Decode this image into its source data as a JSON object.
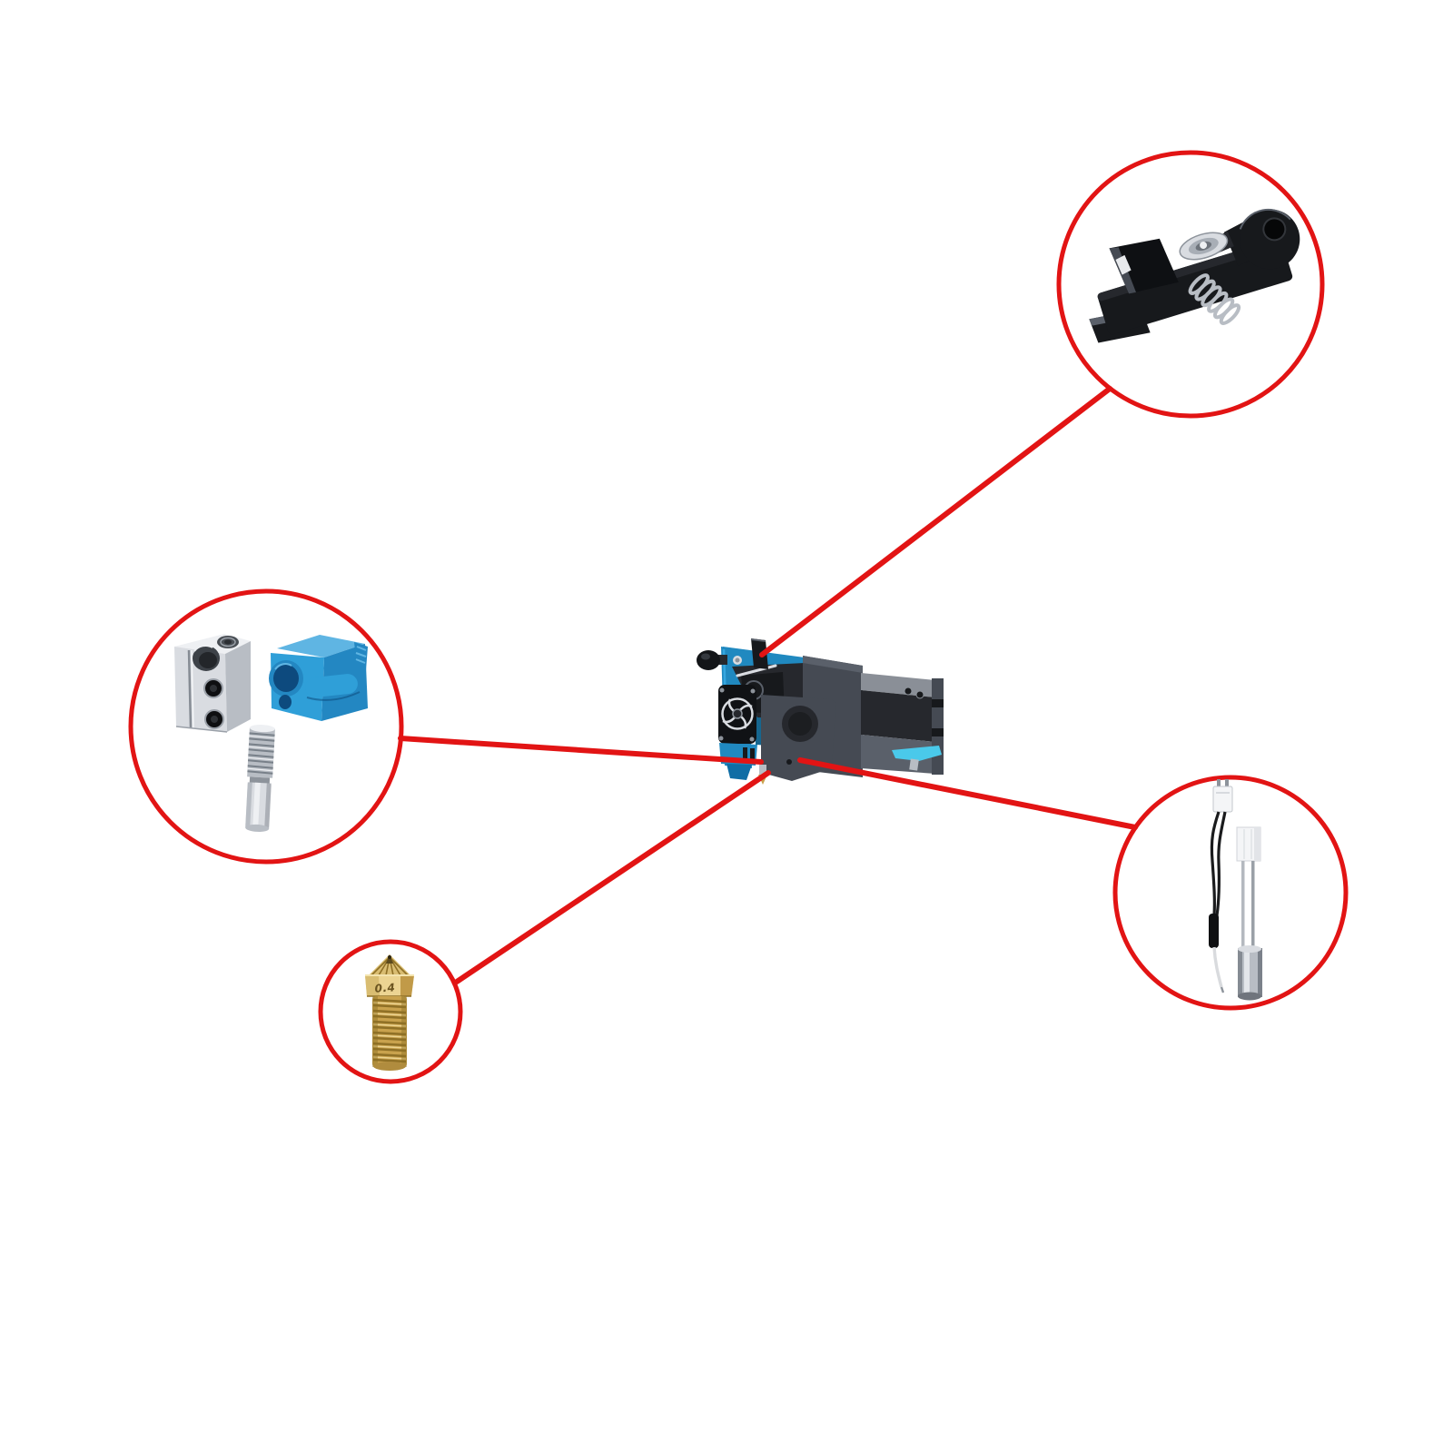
{
  "nozzle": {
    "marking": "0.4"
  },
  "parts": {
    "center_assembly": "extruder-hotend-assembly",
    "callout_top_right": "extruder-lever-arm-with-spring",
    "callout_left": "heater-block-silicone-sock-and-throat-tube",
    "callout_bottom_left": "brass-volcano-nozzle",
    "callout_right": "thermistor-and-heater-cartridge"
  },
  "colors": {
    "accent_red": "#e21414",
    "assembly_blue": "#2089c0",
    "assembly_blue_light": "#35a7e0",
    "assembly_blue_dark": "#0f6da5",
    "assembly_teal_dark": "#16668f",
    "cyan_clip": "#4ac9ea",
    "dark_1": "#17191c",
    "dark_2": "#26282d",
    "dark_3": "#454a53",
    "dark_4": "#5a606a",
    "rail_light": "#8a8f97",
    "metal_white": "#eef0f3",
    "metal_light": "#d9dce1",
    "metal_mid": "#b8bdc4",
    "metal_dark": "#8d939b",
    "sock_blue": "#2f9fd8",
    "sock_blue_light": "#5fb5e3",
    "sock_blue_dark": "#2387c2",
    "sock_blue_deep": "#0d4a7e",
    "brass": "#c9a24d",
    "brass_light": "#ecd492",
    "brass_mid": "#d9bd72",
    "brass_dark": "#8f7026",
    "white_part": "#f4f5f7",
    "wire_black": "#1a1b1d",
    "nozzle_marking": "#6b5420"
  }
}
